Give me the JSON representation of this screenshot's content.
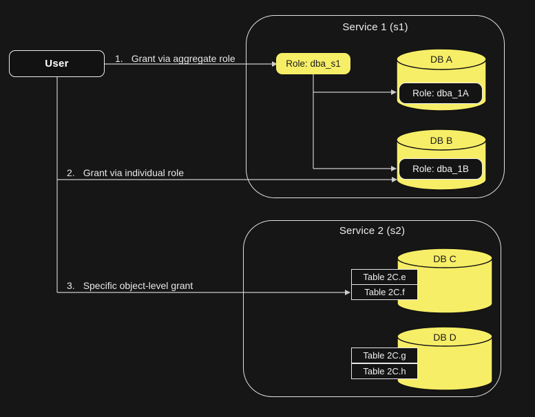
{
  "diagram": {
    "user": {
      "label": "User"
    },
    "grants": [
      {
        "num": "1.",
        "label": "Grant via aggregate role"
      },
      {
        "num": "2.",
        "label": "Grant via individual role"
      },
      {
        "num": "3.",
        "label": "Specific object-level grant"
      }
    ],
    "service1": {
      "title": "Service 1 (s1)",
      "aggregate_role": "Role: dba_s1",
      "databases": [
        {
          "name": "DB A",
          "role": "Role: dba_1A"
        },
        {
          "name": "DB B",
          "role": "Role: dba_1B"
        }
      ]
    },
    "service2": {
      "title": "Service 2 (s2)",
      "databases": [
        {
          "name": "DB C",
          "tables": [
            "Table 2C.e",
            "Table 2C.f"
          ]
        },
        {
          "name": "DB D",
          "tables": [
            "Table 2C.g",
            "Table 2C.h"
          ]
        }
      ]
    },
    "colors": {
      "background": "#161616",
      "cylinder_yellow": "#f7ee67",
      "cylinder_stroke": "#111111",
      "connector": "#cdcdcd",
      "panel_border": "#e3e3e3",
      "dark_node_fill": "#141414",
      "light_text": "#ececec",
      "dark_text": "#1a1a1a"
    }
  }
}
